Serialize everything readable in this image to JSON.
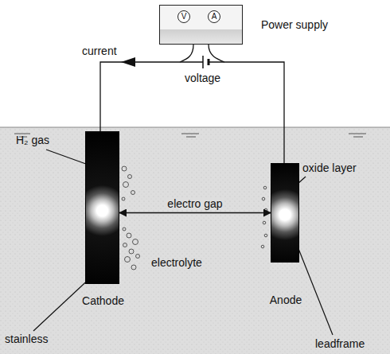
{
  "diagram": {
    "nodes": [
      {
        "text": [
          "Power supply"
        ]
      },
      {
        "text": [
          "V"
        ],
        "in": 0
      },
      {
        "text": [
          "A"
        ],
        "in": 0
      },
      {
        "text": [
          "Cathode"
        ]
      },
      {
        "text": [
          "Anode"
        ]
      }
    ],
    "edges": [
      {
        "from": 3,
        "to": 4,
        "arrow": "both",
        "label": "electro gap"
      }
    ],
    "labels": [
      "current",
      "voltage",
      "H₂ gas",
      "oxide layer",
      "electrolyte",
      "stainless",
      "leadframe"
    ]
  }
}
